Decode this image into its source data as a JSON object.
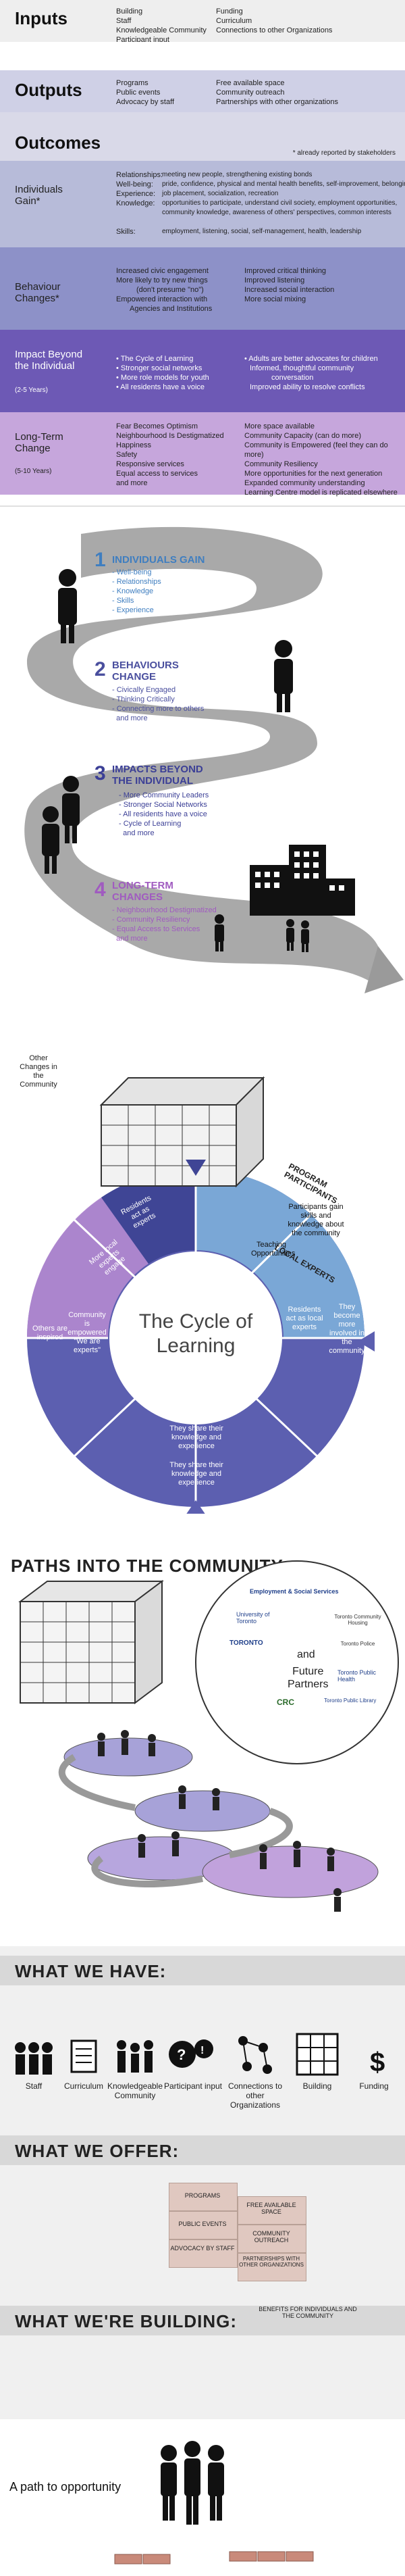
{
  "inputs": {
    "title": "Inputs",
    "col1": [
      "Building",
      "Staff",
      "Knowledgeable Community",
      "Participant input"
    ],
    "col2": [
      "Funding",
      "Curriculum",
      "Connections to other Organizations"
    ]
  },
  "outputs": {
    "title": "Outputs",
    "col1": [
      "Programs",
      "Public events",
      "Advocacy by staff"
    ],
    "col2": [
      "Free available space",
      "Community outreach",
      "Partnerships with other organizations"
    ]
  },
  "outcomes": {
    "title": "Outcomes",
    "note": "* already reported by stakeholders",
    "individuals": {
      "label": "Individuals Gain*",
      "keys": [
        "Relationships:",
        "Well-being:",
        "Experience:",
        "Knowledge:",
        "",
        "",
        "Skills:"
      ],
      "vals": [
        "meeting new people, strengthening existing bonds",
        "pride, confidence, physical and mental health benefits, self-improvement, belonging",
        "job placement, socialization, recreation",
        "opportunities to participate, understand civil society, employment opportunities,",
        "community knowledge, awareness of others' perspectives, common interests",
        "",
        "employment, listening, social, self-management, health, leadership"
      ]
    },
    "behaviour": {
      "label": "Behaviour Changes*",
      "col1": [
        "Increased civic engagement",
        "More likely to try new things",
        "(don't presume \"no\")",
        "Empowered interaction with",
        "Agencies and Institutions"
      ],
      "col2": [
        "Improved critical thinking",
        "Improved listening",
        "Increased social interaction",
        "More social mixing"
      ]
    },
    "impact": {
      "label": "Impact Beyond the Individual",
      "sub": "(2-5 Years)",
      "col1": [
        "• The Cycle of Learning",
        "• Stronger social networks",
        "• More role models for youth",
        "• All residents have a voice"
      ],
      "col2": [
        "• Adults are better advocates for children",
        "Informed, thoughtful community",
        "conversation",
        "Improved ability to resolve conflicts"
      ]
    },
    "longterm": {
      "label": "Long-Term Change",
      "sub": "(5-10 Years)",
      "col1": [
        "Fear Becomes Optimism",
        "Neighbourhood Is Destigmatized",
        "Happiness",
        "Safety",
        "Responsive services",
        "Equal access to services",
        "and more"
      ],
      "col2": [
        "More space available",
        "Community Capacity (can do more)",
        "Community is Empowered (feel they can do more)",
        "Community Resiliency",
        "More opportunities for the next generation",
        "Expanded community understanding",
        "Learning Centre model is replicated elsewhere"
      ]
    }
  },
  "path": {
    "s1": {
      "num": "1",
      "title": "INDIVIDUALS GAIN",
      "items": [
        "- Well-being",
        "- Relationships",
        "- Knowledge",
        "- Skills",
        "- Experience"
      ]
    },
    "s2": {
      "num": "2",
      "title1": "BEHAVIOURS",
      "title2": "CHANGE",
      "items": [
        "- Civically Engaged",
        "- Thinking Critically",
        "- Connecting more to others",
        "  and more"
      ]
    },
    "s3": {
      "num": "3",
      "title1": "IMPACTS BEYOND",
      "title2": "THE INDIVIDUAL",
      "items": [
        "- More Community Leaders",
        "- Stronger Social Networks",
        "- All residents have a voice",
        "- Cycle of Learning",
        "  and more"
      ]
    },
    "s4": {
      "num": "4",
      "title1": "LONG-TERM",
      "title2": "CHANGES",
      "items": [
        "- Neighbourhood Destigmatized",
        "- Community Resiliency",
        "- Equal Access to Services",
        "  and more"
      ]
    }
  },
  "cycle": {
    "title1": "The Cycle of",
    "title2": "Learning",
    "other_changes": "Other Changes in the Community",
    "program_participants": "PROGRAM PARTICIPANTS",
    "local_experts": "LOCAL EXPERTS",
    "segments": [
      "Participants gain skills and knowledge about the community",
      "Teaching Opportunities",
      "Residents act as local experts",
      "They become more involved in the community",
      "They share their knowledge and experience",
      "They share their knowledge and experience",
      "Others are inspired",
      "Community is empowered \"We are experts\"",
      "More local experts engage",
      "Residents act as experts"
    ],
    "colors": {
      "light": "#7aa7d6",
      "mid": "#5c5fb0",
      "dark": "#3f4595",
      "purple": "#b48ad0"
    }
  },
  "paths": {
    "title": "PATHS INTO THE COMMUNITY",
    "and": "and",
    "future1": "Future",
    "future2": "Partners",
    "partners": [
      "Employment & Social Services",
      "University of Toronto",
      "TORONTO",
      "Toronto Community Housing",
      "Toronto Police",
      "Toronto Public Health",
      "CRC",
      "Toronto Public Library"
    ]
  },
  "have": {
    "title": "WHAT WE HAVE:",
    "items": [
      "Staff",
      "Curriculum",
      "Knowledgeable Community",
      "Participant input",
      "Connections to other Organizations",
      "Building",
      "Funding"
    ]
  },
  "offer": {
    "title": "WHAT WE OFFER:",
    "bricks": [
      "PROGRAMS",
      "PUBLIC EVENTS",
      "ADVOCACY BY STAFF",
      "FREE AVAILABLE SPACE",
      "COMMUNITY OUTREACH",
      "PARTNERSHIPS WITH OTHER ORGANIZATIONS"
    ]
  },
  "building": {
    "title": "WHAT WE'RE BUILDING:",
    "benefits": "BENEFITS FOR INDIVIDUALS AND THE COMMUNITY",
    "path": "A path to opportunity"
  }
}
